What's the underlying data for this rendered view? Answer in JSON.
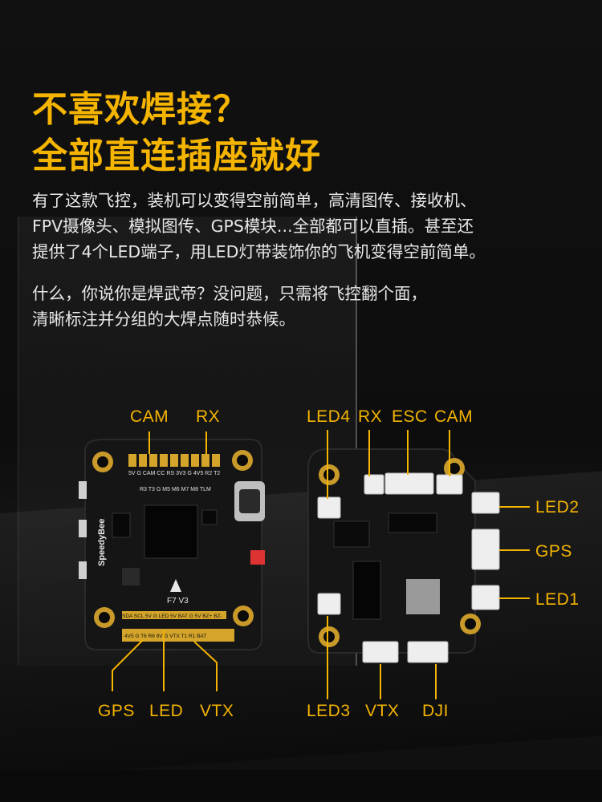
{
  "headline": {
    "line1": "不喜欢焊接？",
    "line2": "全部直连插座就好"
  },
  "body": {
    "p1_line1": "有了这款飞控，装机可以变得空前简单，高清图传、接收机、",
    "p1_line2": "FPV摄像头、模拟图传、GPS模块...全部都可以直插。甚至还",
    "p1_line3": "提供了4个LED端子，用LED灯带装饰你的飞机变得空前简单。",
    "p2_line1": "什么，你说你是焊武帝？没问题，只需将飞控翻个面，",
    "p2_line2": "清晰标注并分组的大焊点随时恭候。"
  },
  "left_board": {
    "brand": "SpeedyBee",
    "model": "F7 V3",
    "label_cam": "CAM",
    "label_rx": "RX",
    "label_gps": "GPS",
    "label_led": "LED",
    "label_vtx": "VTX",
    "pad_row_top": "5V G CAM CC RS 3V3 G 4V5 R2 T2",
    "pad_row_mid": "R3 T3 G M5 M6 M7 M8 TLM",
    "pad_row_low1": "SDA SCL 5V G LED 5V BAT G 5V BZ+ BZ-",
    "pad_row_low2": "4V5 G T6 R6 9V G VTX T1 R1 BAT"
  },
  "right_board": {
    "label_led4": "LED4",
    "label_rx": "RX",
    "label_esc": "ESC",
    "label_cam": "CAM",
    "label_led2": "LED2",
    "label_gps": "GPS",
    "label_led1": "LED1",
    "label_led3": "LED3",
    "label_vtx": "VTX",
    "label_dji": "DJI"
  },
  "colors": {
    "accent": "#f4b400",
    "text": "#e8e8e8",
    "background": "#0b0b0b",
    "pcb": "#151515",
    "pad_gold": "#d4a52a"
  }
}
